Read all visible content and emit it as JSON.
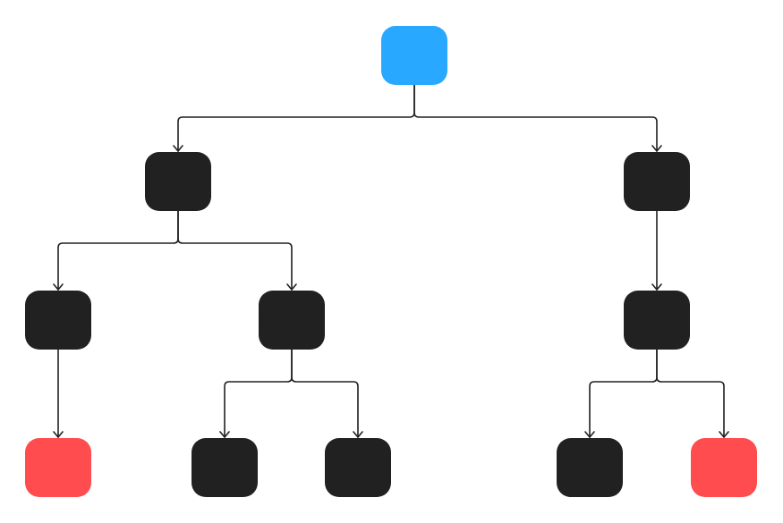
{
  "colors": {
    "background": "#ffffff",
    "edge": "#202020",
    "root": "#29a8ff",
    "internal": "#212121",
    "highlight": "#ff4d4f"
  },
  "tree": {
    "nodes": [
      {
        "id": "root",
        "role": "root",
        "color_key": "root"
      },
      {
        "id": "l1-left",
        "role": "internal",
        "color_key": "internal"
      },
      {
        "id": "l1-right",
        "role": "internal",
        "color_key": "internal"
      },
      {
        "id": "l2-left-left",
        "role": "internal",
        "color_key": "internal"
      },
      {
        "id": "l2-left-right",
        "role": "internal",
        "color_key": "internal"
      },
      {
        "id": "l2-right",
        "role": "internal",
        "color_key": "internal"
      },
      {
        "id": "l3-a",
        "role": "leaf",
        "color_key": "highlight"
      },
      {
        "id": "l3-b",
        "role": "leaf",
        "color_key": "internal"
      },
      {
        "id": "l3-c",
        "role": "leaf",
        "color_key": "internal"
      },
      {
        "id": "l3-d",
        "role": "leaf",
        "color_key": "internal"
      },
      {
        "id": "l3-e",
        "role": "leaf",
        "color_key": "highlight"
      }
    ],
    "edges": [
      {
        "from": "root",
        "to": "l1-left"
      },
      {
        "from": "root",
        "to": "l1-right"
      },
      {
        "from": "l1-left",
        "to": "l2-left-left"
      },
      {
        "from": "l1-left",
        "to": "l2-left-right"
      },
      {
        "from": "l1-right",
        "to": "l2-right"
      },
      {
        "from": "l2-left-left",
        "to": "l3-a"
      },
      {
        "from": "l2-left-right",
        "to": "l3-b"
      },
      {
        "from": "l2-left-right",
        "to": "l3-c"
      },
      {
        "from": "l2-right",
        "to": "l3-d"
      },
      {
        "from": "l2-right",
        "to": "l3-e"
      }
    ]
  }
}
